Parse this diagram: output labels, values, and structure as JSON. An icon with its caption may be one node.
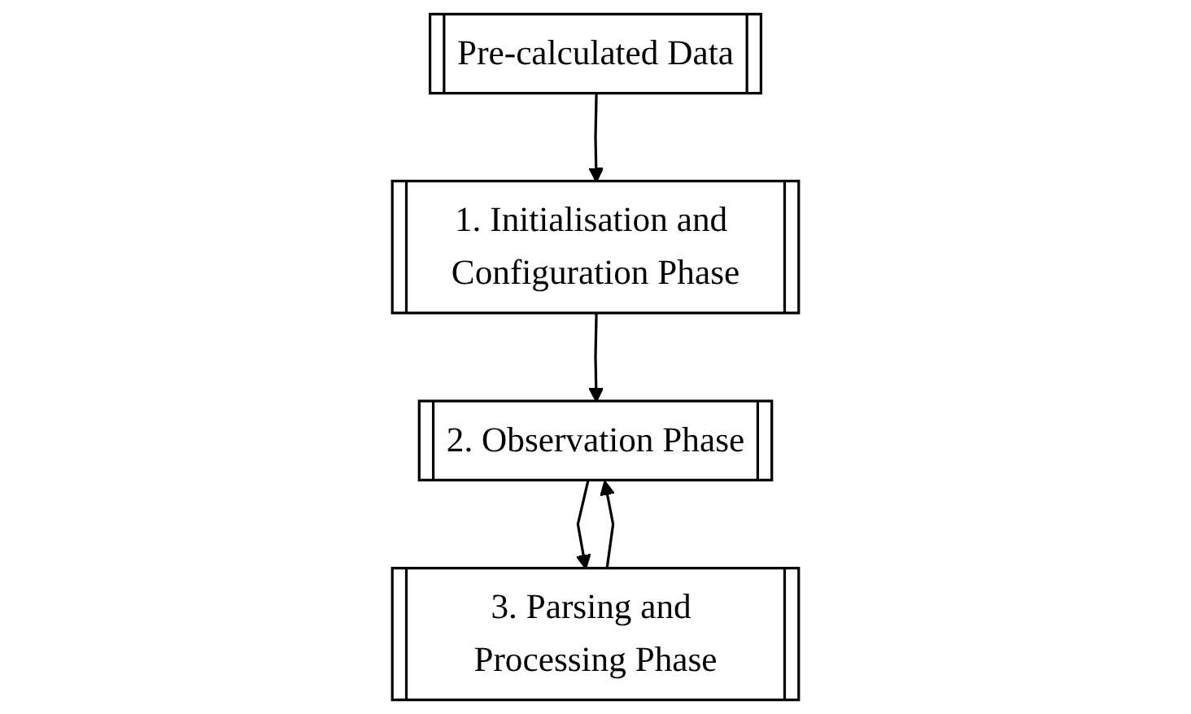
{
  "diagram": {
    "nodes": [
      {
        "text": [
          "Pre-calculated Data"
        ]
      },
      {
        "text": [
          "1. Initialisation and Configuration Phase"
        ]
      },
      {
        "text": [
          "2. Observation Phase"
        ]
      },
      {
        "text": [
          "3. Parsing and Processing Phase"
        ]
      }
    ],
    "edges": [
      {
        "from": 0,
        "to": 1,
        "arrow": "to"
      },
      {
        "from": 1,
        "to": 2,
        "arrow": "to"
      },
      {
        "from": 2,
        "to": 3,
        "arrow": "to"
      },
      {
        "from": 3,
        "to": 2,
        "arrow": "to"
      }
    ]
  }
}
